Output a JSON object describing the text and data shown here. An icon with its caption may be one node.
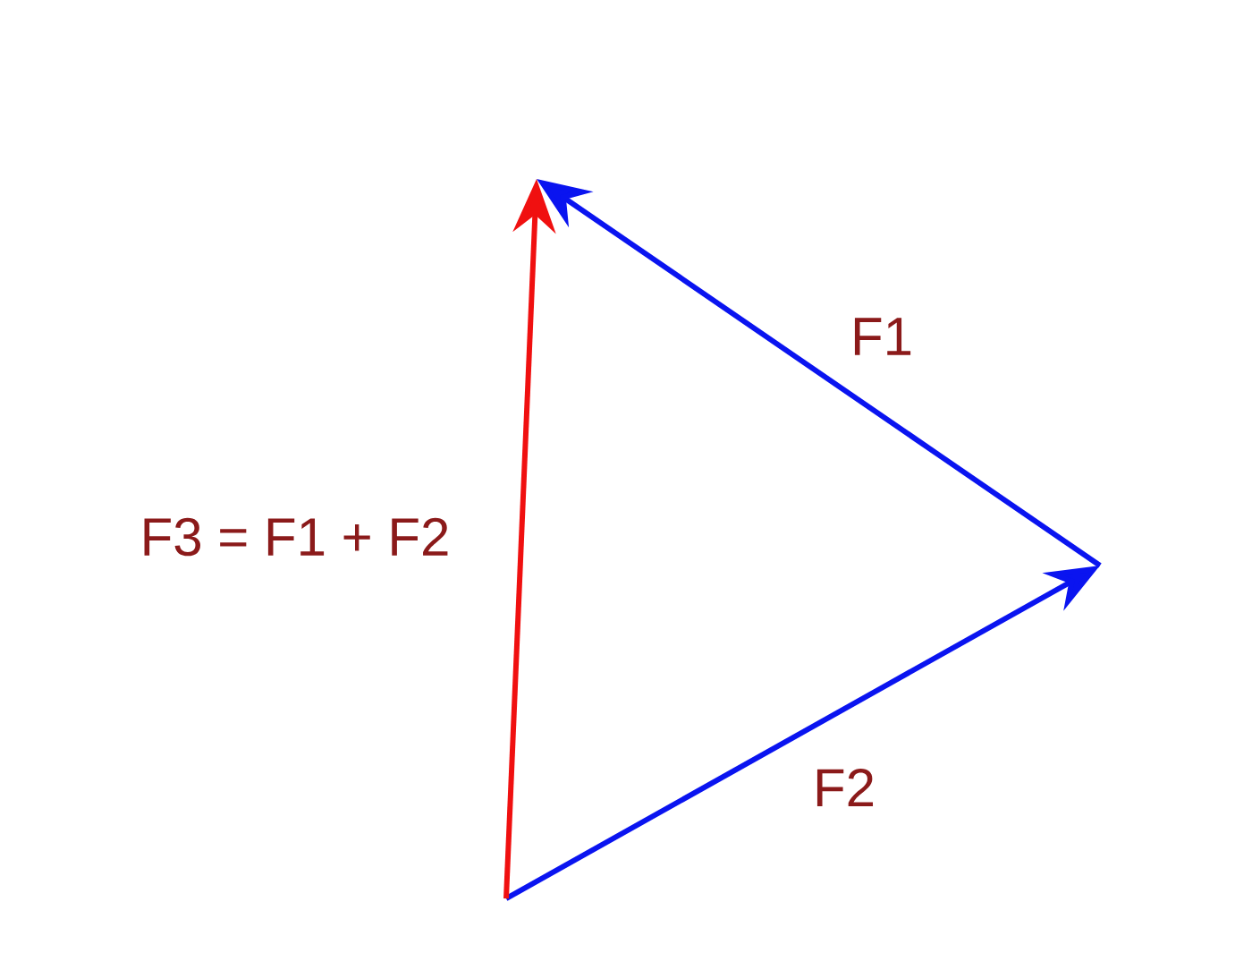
{
  "diagram": {
    "labels": [
      "F1",
      "F3 = F1 + F2",
      "F2"
    ]
  }
}
